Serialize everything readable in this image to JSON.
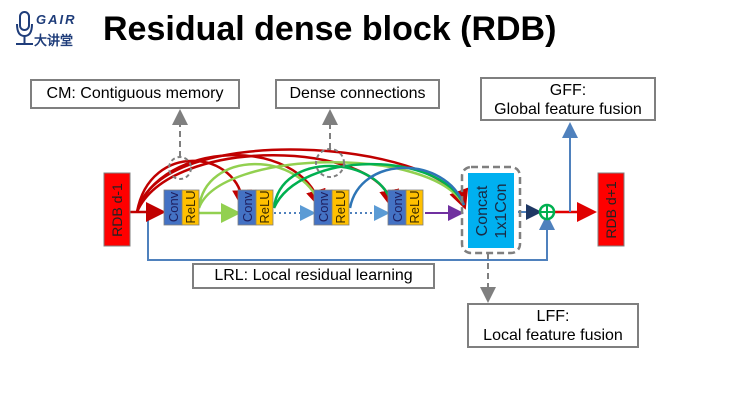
{
  "logo": {
    "en": "GAIR",
    "cn": "大讲堂",
    "icon": "microphone-icon"
  },
  "title": "Residual dense block (RDB)",
  "labels": {
    "cm": "CM: Contiguous memory",
    "dense": "Dense connections",
    "gff_line1": "GFF:",
    "gff_line2": "Global feature fusion",
    "lrl": "LRL: Local residual learning",
    "lff_line1": "LFF:",
    "lff_line2": "Local feature fusion"
  },
  "blocks": {
    "input": "RDB d-1",
    "output": "RDB d+1",
    "conv": "Conv",
    "relu": "ReLU",
    "concat_line1": "Concat",
    "concat_line2": "1x1Con",
    "sum_symbol": "⊕"
  },
  "colors": {
    "rdb_red": "#ff0000",
    "conv_blue": "#4472c4",
    "relu_yellow": "#ffc000",
    "concat_cyan": "#00b0f0",
    "dark_red": "#c00000",
    "light_green": "#92d050",
    "green": "#00b050",
    "blue_curve": "#2e75b6",
    "purple": "#7030a0",
    "sum_green": "#00b050",
    "gray_dash": "#7f7f7f",
    "skip_blue": "#4f81bd"
  }
}
